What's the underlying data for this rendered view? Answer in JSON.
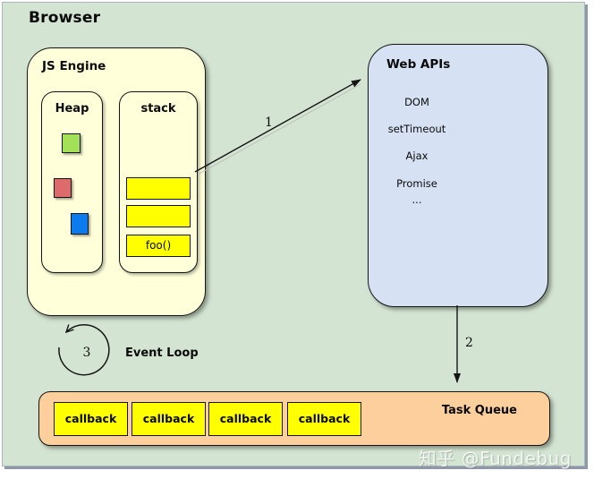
{
  "window": {
    "title": "Browser",
    "watermark": "知乎 @Fundebug"
  },
  "colors": {
    "canvas_bg": "#d4e4d2",
    "engine_bg": "#ffffd9",
    "webapis_bg": "#d6e2f4",
    "queue_bg": "#fccf9d",
    "stack_frame_bg": "#ffff00",
    "heap_green": "#a3e158",
    "heap_red": "#dd6b6b",
    "heap_blue": "#0d7bf0",
    "border": "#151515",
    "frame_shadow": "#8e98a8"
  },
  "js_engine": {
    "label": "JS Engine",
    "heap": {
      "label": "Heap",
      "squares": [
        {
          "name": "green-object",
          "color": "#a3e158"
        },
        {
          "name": "red-object",
          "color": "#dd6b6b"
        },
        {
          "name": "blue-object",
          "color": "#0d7bf0"
        }
      ]
    },
    "stack": {
      "label": "stack",
      "frames": [
        "",
        "",
        "foo()"
      ]
    }
  },
  "web_apis": {
    "label": "Web APIs",
    "items": [
      "DOM",
      "setTimeout",
      "Ajax",
      "Promise",
      "..."
    ]
  },
  "event_loop": {
    "label": "Event Loop",
    "step": "3"
  },
  "task_queue": {
    "label": "Task Queue",
    "callbacks": [
      "callback",
      "callback",
      "callback",
      "callback"
    ]
  },
  "arrows": {
    "stack_to_webapis": "1",
    "webapis_to_queue": "2"
  }
}
